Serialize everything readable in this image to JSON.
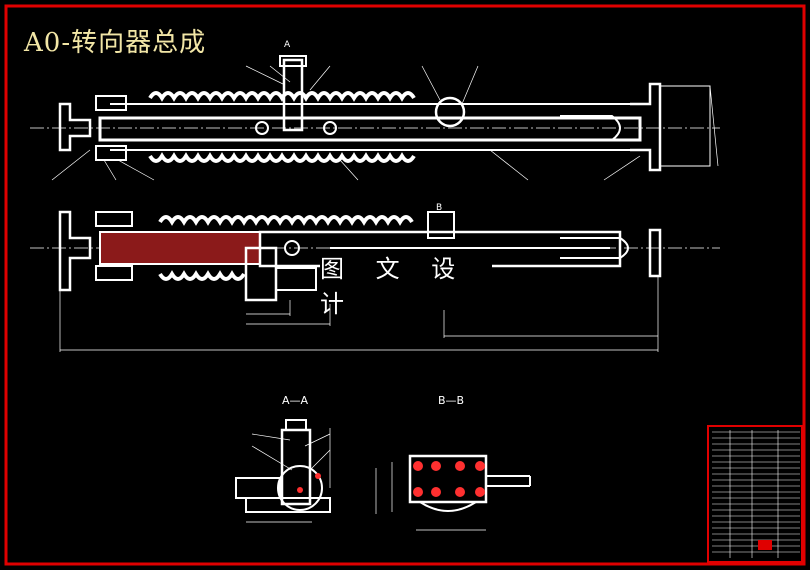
{
  "drawing": {
    "title": "A0-转向器总成",
    "watermark": "图 文 设 计",
    "section_a_label": "A—A",
    "section_b_label": "B—B",
    "view_mark_a": "A",
    "view_mark_b": "B"
  },
  "colors": {
    "background": "#000000",
    "border": "#e00000",
    "line": "#ffffff",
    "title": "#f2e6a6",
    "balloon": "#ff3030",
    "hatch": "#8b1a1a"
  }
}
